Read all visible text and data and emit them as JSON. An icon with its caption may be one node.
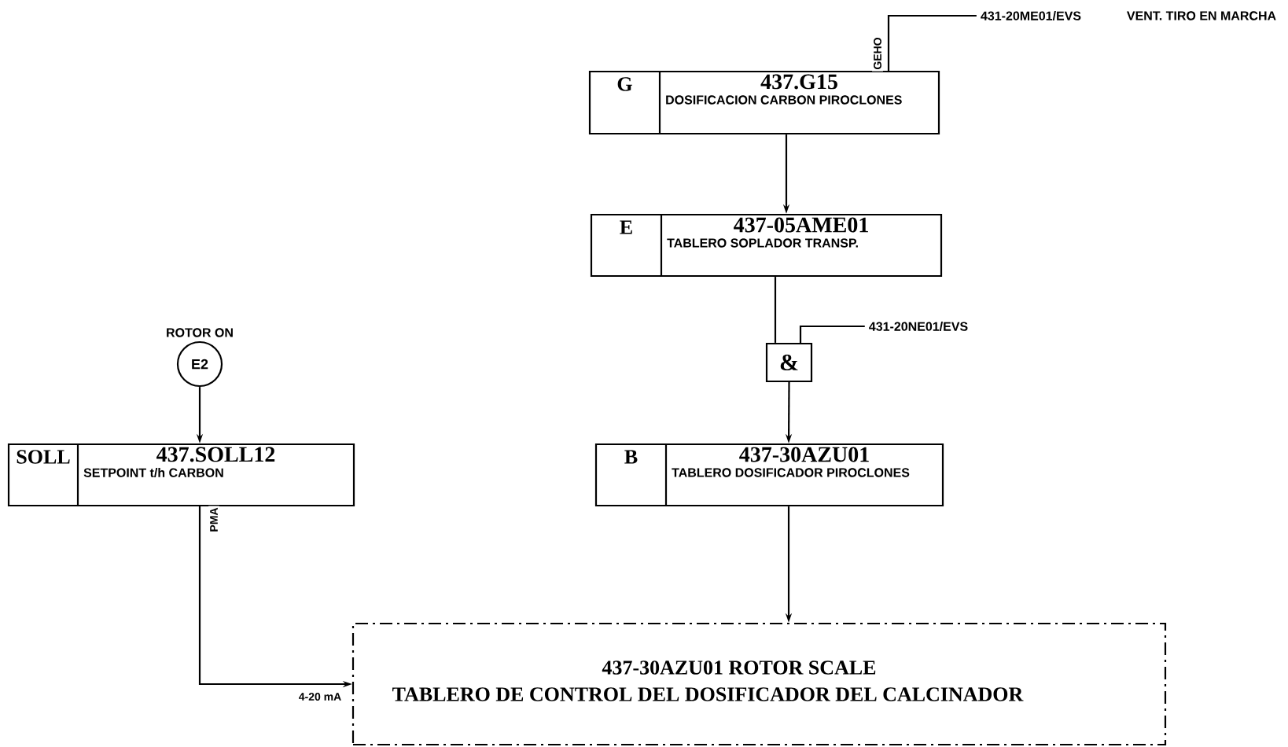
{
  "diagram": {
    "nodes": [
      {
        "text": [
          "G",
          "437.G15",
          "DOSIFICACION CARBON PIROCLONES"
        ]
      },
      {
        "text": [
          "E",
          "437-05AME01",
          "TABLERO SOPLADOR TRANSP."
        ]
      },
      {
        "text": [
          "&"
        ]
      },
      {
        "text": [
          "B",
          "437-30AZU01",
          "TABLERO DOSIFICADOR PIROCLONES"
        ]
      },
      {
        "text": [
          "E2"
        ],
        "beside": [
          "ROTOR ON"
        ]
      },
      {
        "text": [
          "SOLL",
          "437.SOLL12",
          "SETPOINT t/h CARBON"
        ]
      },
      {
        "text": [
          "437-30AZU01 ROTOR SCALE",
          "TABLERO DE CONTROL DEL DOSIFICADOR DEL CALCINADOR"
        ]
      },
      {
        "text": [
          "431-20ME01/EVS"
        ],
        "beside": [
          "VENT. TIRO EN MARCHA"
        ]
      },
      {
        "text": [
          "431-20NE01/EVS"
        ]
      }
    ],
    "edges": [
      {
        "from": 7,
        "to": 0,
        "arrow": "none",
        "label": "GEHO"
      },
      {
        "from": 0,
        "to": 1,
        "arrow": "to"
      },
      {
        "from": 1,
        "to": 2,
        "arrow": "none"
      },
      {
        "from": 8,
        "to": 2,
        "arrow": "none"
      },
      {
        "from": 2,
        "to": 3,
        "arrow": "to"
      },
      {
        "from": 3,
        "to": 6,
        "arrow": "to"
      },
      {
        "from": 4,
        "to": 5,
        "arrow": "to"
      },
      {
        "from": 5,
        "to": 6,
        "arrow": "to",
        "label": "PMA"
      }
    ],
    "labels": [
      "4-20 mA"
    ]
  }
}
